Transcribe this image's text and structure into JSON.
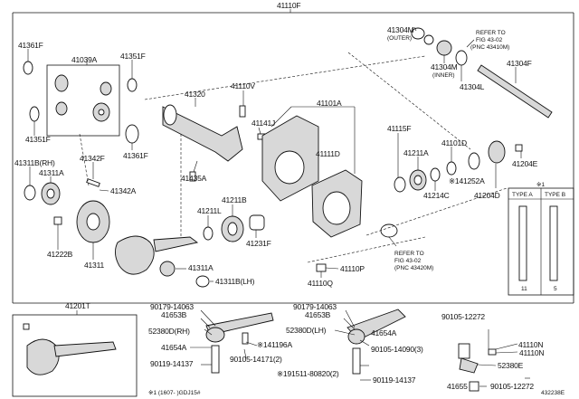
{
  "labels": {
    "assembly": "41110F",
    "p41361F_a": "41361F",
    "p41039A": "41039A",
    "p41351F_a": "41351F",
    "p41351F_b": "41351F",
    "p41361F_b": "41361F",
    "p41311B_rh": "41311B(RH)",
    "p41311A_a": "41311A",
    "p41342F": "41342F",
    "p41342A": "41342A",
    "p41222B": "41222B",
    "p41311": "41311",
    "p41320": "41320",
    "p41110V": "41110V",
    "p41101A": "41101A",
    "p41141J": "41141J",
    "p41111D": "41111D",
    "p41115F": "41115F",
    "p41211A": "41211A",
    "p41214C": "41214C",
    "p41101D": "41101D",
    "p41252A": "※141252A",
    "p41204D": "41204D",
    "p41204E": "41204E",
    "p41435A": "41435A",
    "p41211B": "41211B",
    "p41211L": "41211L",
    "p41231F": "41231F",
    "p41311A_b": "41311A",
    "p41311B_lh": "41311B(LH)",
    "p41110P": "41110P",
    "p41110Q": "41110Q",
    "p41304M_outer": "41304M",
    "outer": "(OUTER)",
    "p41304M_inner": "41304M",
    "inner": "(INNER)",
    "p41304L": "41304L",
    "p41304F": "41304F",
    "refer_top_1": "REFER TO",
    "refer_top_2": "FIG 43-02",
    "refer_top_3": "(PNC 43410M)",
    "refer_mid_1": "REFER TO",
    "refer_mid_2": "FIG 43-02",
    "refer_mid_3": "(PNC 43420M)",
    "p41201T": "41201T",
    "b90179_a": "90179-14063",
    "p41653B_a": "41653B",
    "p52380D_rh": "52380D(RH)",
    "p41654A_a": "41654A",
    "b90119_a": "90119-14137",
    "b90105_14171": "90105-14171(2)",
    "p41196A": "※141196A",
    "b90179_b": "90179-14063",
    "p41653B_b": "41653B",
    "p52380D_lh": "52380D(LH)",
    "b191511": "※191511-80820(2)",
    "p41654A_b": "41654A",
    "b90105_14090": "90105-14090(3)",
    "b90119_b": "90119-14137",
    "b90105_12272_a": "90105-12272",
    "p41110N_a": "41110N",
    "p41110N_b": "41110N",
    "p52380E": "52380E",
    "p41655": "41655",
    "b90105_12272_b": "90105-12272",
    "type_note": "※1",
    "type_a": "TYPE A",
    "type_b": "TYPE B",
    "type_a_dim": "11",
    "type_b_dim": "5",
    "footnote": "※1 (1607-        )GDJ15#",
    "figure_id": "432238E"
  }
}
